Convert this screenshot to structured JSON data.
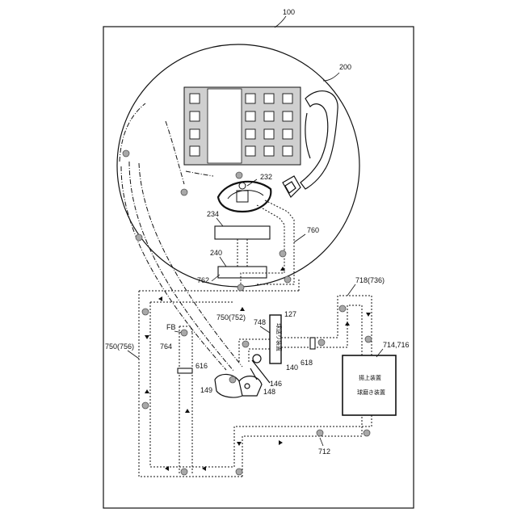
{
  "labels": {
    "fig_ref": "100",
    "board": "200",
    "r232": "232",
    "r234": "234",
    "r240": "240",
    "r760": "760",
    "r762": "762",
    "r750_752": "750(752)",
    "r127": "127",
    "r748": "748",
    "r718_736": "718(736)",
    "r714_716": "714,716",
    "r618": "618",
    "r140": "140",
    "r146": "146",
    "r148": "148",
    "r149": "149",
    "r616": "616",
    "fb": "FB",
    "r764": "764",
    "r750_756": "750(756)",
    "r712": "712"
  },
  "boxes": {
    "supply_device": "球送り装置",
    "lift_device_1": "揚上装置",
    "lift_device_2": "球磨き装置"
  }
}
